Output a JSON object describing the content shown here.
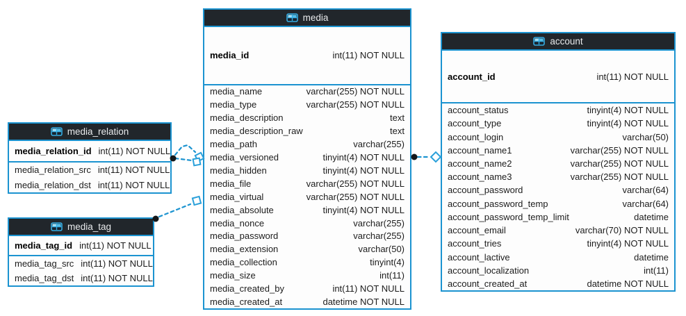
{
  "diagram": {
    "type": "database-er-diagram",
    "colors": {
      "accent_blue": "#1b93d0",
      "icon_blue": "#35ace2",
      "header_background": "#21262b",
      "header_text": "#e8eaec",
      "row_text": "#1c1c1c",
      "connector_dot": "#14171a",
      "canvas_background": "#ffffff"
    },
    "tables": {
      "media": {
        "title": "media",
        "icon": "table-icon",
        "pk": {
          "name": "media_id",
          "type": "int(11) NOT NULL"
        },
        "fields": [
          {
            "name": "media_name",
            "type": "varchar(255) NOT NULL"
          },
          {
            "name": "media_type",
            "type": "varchar(255) NOT NULL"
          },
          {
            "name": "media_description",
            "type": "text"
          },
          {
            "name": "media_description_raw",
            "type": "text"
          },
          {
            "name": "media_path",
            "type": "varchar(255)"
          },
          {
            "name": "media_versioned",
            "type": "tinyint(4) NOT NULL"
          },
          {
            "name": "media_hidden",
            "type": "tinyint(4) NOT NULL"
          },
          {
            "name": "media_file",
            "type": "varchar(255) NOT NULL"
          },
          {
            "name": "media_virtual",
            "type": "varchar(255) NOT NULL"
          },
          {
            "name": "media_absolute",
            "type": "tinyint(4) NOT NULL"
          },
          {
            "name": "media_nonce",
            "type": "varchar(255)"
          },
          {
            "name": "media_password",
            "type": "varchar(255)"
          },
          {
            "name": "media_extension",
            "type": "varchar(50)"
          },
          {
            "name": "media_collection",
            "type": "tinyint(4)"
          },
          {
            "name": "media_size",
            "type": "int(11)"
          },
          {
            "name": "media_created_by",
            "type": "int(11) NOT NULL"
          },
          {
            "name": "media_created_at",
            "type": "datetime NOT NULL"
          }
        ]
      },
      "account": {
        "title": "account",
        "icon": "table-icon",
        "pk": {
          "name": "account_id",
          "type": "int(11) NOT NULL"
        },
        "fields": [
          {
            "name": "account_status",
            "type": "tinyint(4) NOT NULL"
          },
          {
            "name": "account_type",
            "type": "tinyint(4) NOT NULL"
          },
          {
            "name": "account_login",
            "type": "varchar(50)"
          },
          {
            "name": "account_name1",
            "type": "varchar(255) NOT NULL"
          },
          {
            "name": "account_name2",
            "type": "varchar(255) NOT NULL"
          },
          {
            "name": "account_name3",
            "type": "varchar(255) NOT NULL"
          },
          {
            "name": "account_password",
            "type": "varchar(64)"
          },
          {
            "name": "account_password_temp",
            "type": "varchar(64)"
          },
          {
            "name": "account_password_temp_limit",
            "type": "datetime"
          },
          {
            "name": "account_email",
            "type": "varchar(70) NOT NULL"
          },
          {
            "name": "account_tries",
            "type": "tinyint(4) NOT NULL"
          },
          {
            "name": "account_lactive",
            "type": "datetime"
          },
          {
            "name": "account_localization",
            "type": "int(11)"
          },
          {
            "name": "account_created_at",
            "type": "datetime NOT NULL"
          }
        ]
      },
      "media_relation": {
        "title": "media_relation",
        "icon": "table-icon",
        "pk": {
          "name": "media_relation_id",
          "type": "int(11) NOT NULL"
        },
        "fields": [
          {
            "name": "media_relation_src",
            "type": "int(11) NOT NULL"
          },
          {
            "name": "media_relation_dst",
            "type": "int(11) NOT NULL"
          }
        ]
      },
      "media_tag": {
        "title": "media_tag",
        "icon": "table-icon",
        "pk": {
          "name": "media_tag_id",
          "type": "int(11) NOT NULL"
        },
        "fields": [
          {
            "name": "media_tag_src",
            "type": "int(11) NOT NULL"
          },
          {
            "name": "media_tag_dst",
            "type": "int(11) NOT NULL"
          }
        ]
      }
    },
    "relationships": [
      {
        "from": "media_relation",
        "to": "media",
        "lines": 2,
        "style": "dashed",
        "from_end": "filled-dot",
        "to_end": "open-diamond"
      },
      {
        "from": "media_tag",
        "to": "media",
        "lines": 1,
        "style": "dashed",
        "from_end": "filled-dot",
        "to_end": "open-diamond"
      },
      {
        "from": "media",
        "to": "account",
        "lines": 1,
        "style": "dashed",
        "from_end": "filled-dot",
        "to_end": "open-diamond"
      }
    ]
  }
}
